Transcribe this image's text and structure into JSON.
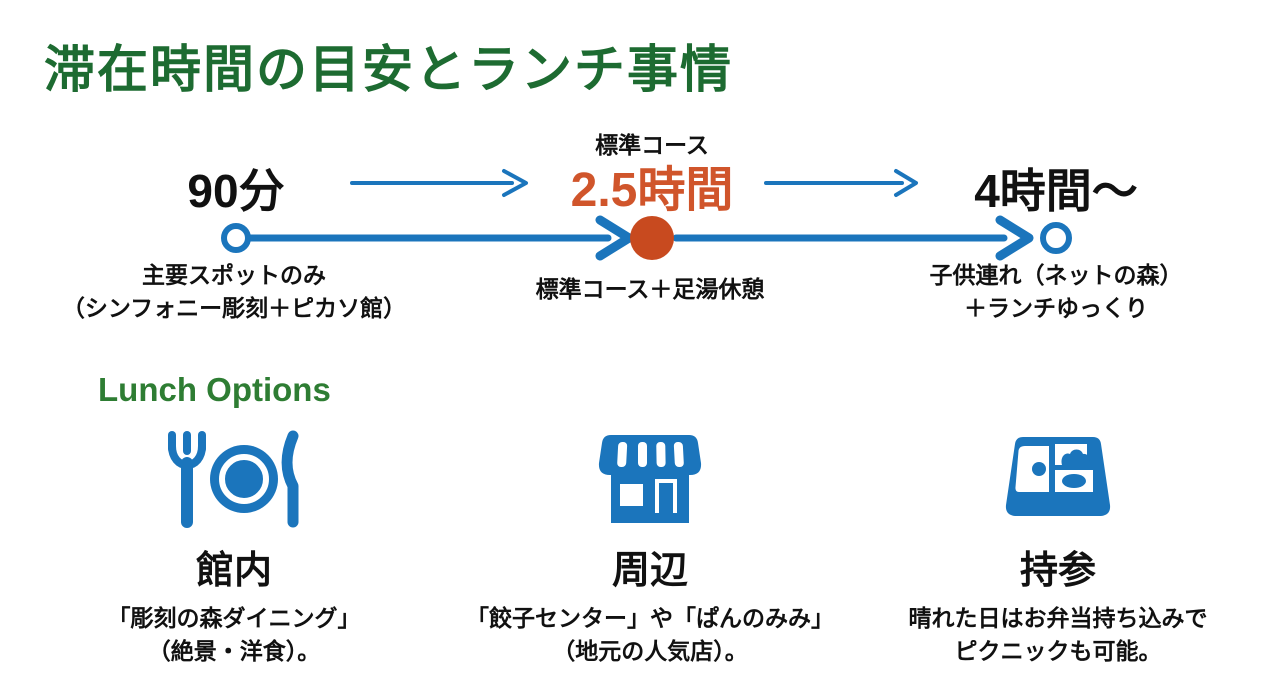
{
  "title": "滞在時間の目安とランチ事情",
  "colors": {
    "title_green": "#1d6b31",
    "heading_green": "#2e7d33",
    "accent_orange": "#d0552b",
    "dot_orange": "#c84a1f",
    "line_blue": "#1b75bc",
    "icon_blue": "#1b75bc",
    "text_black": "#111111",
    "background": "#ffffff"
  },
  "timeline": {
    "milestones": [
      {
        "time": "90分",
        "note_lines": [
          "主要スポットのみ",
          "（シンフォニー彫刻＋ピカソ館）"
        ]
      },
      {
        "tag": "標準コース",
        "time": "2.5時間",
        "note_lines": [
          "標準コース＋足湯休憩"
        ]
      },
      {
        "time": "4時間〜",
        "note_lines": [
          "子供連れ（ネットの森）",
          "＋ランチゆっくり"
        ]
      }
    ]
  },
  "lunch": {
    "heading": "Lunch Options",
    "options": [
      {
        "icon": "restaurant-plate-icon",
        "title": "館内",
        "desc_lines": [
          "「彫刻の森ダイニング」",
          "（絶景・洋食）。"
        ]
      },
      {
        "icon": "storefront-icon",
        "title": "周辺",
        "desc_lines": [
          "「餃子センター」や「ぱんのみみ」",
          "（地元の人気店）。"
        ]
      },
      {
        "icon": "bento-box-icon",
        "title": "持参",
        "desc_lines": [
          "晴れた日はお弁当持ち込みで",
          "ピクニックも可能。"
        ]
      }
    ]
  }
}
